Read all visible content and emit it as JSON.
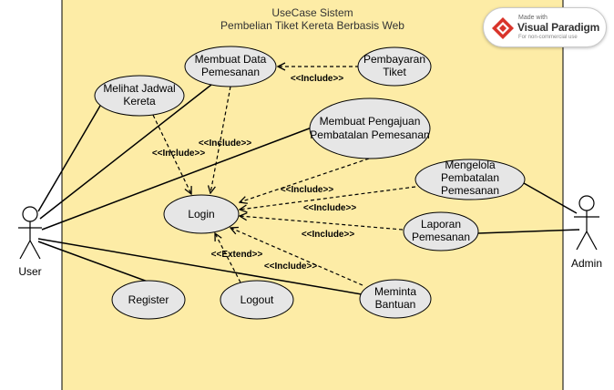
{
  "title": {
    "line1": "UseCase Sistem",
    "line2": "Pembelian Tiket Kereta Berbasis Web"
  },
  "actors": {
    "user": "User",
    "admin": "Admin"
  },
  "use_cases": {
    "melihat_jadwal": [
      "Melihat Jadwal",
      "Kereta"
    ],
    "membuat_data": [
      "Membuat Data",
      "Pemesanan"
    ],
    "pembayaran": [
      "Pembayaran",
      "Tiket"
    ],
    "pengajuan": [
      "Membuat Pengajuan",
      "Pembatalan Pemesanan"
    ],
    "mengelola": [
      "Mengelola",
      "Pembatalan",
      "Pemesanan"
    ],
    "laporan": [
      "Laporan",
      "Pemesanan"
    ],
    "login": [
      "Login"
    ],
    "register": [
      "Register"
    ],
    "logout": [
      "Logout"
    ],
    "meminta_bantuan": [
      "Meminta",
      "Bantuan"
    ]
  },
  "relationships": {
    "include": "<<Include>>",
    "extend": "<<Extend>>"
  },
  "watermark": {
    "made_with": "Made with",
    "brand": "Visual Paradigm",
    "subtitle": "For non-commercial use"
  }
}
